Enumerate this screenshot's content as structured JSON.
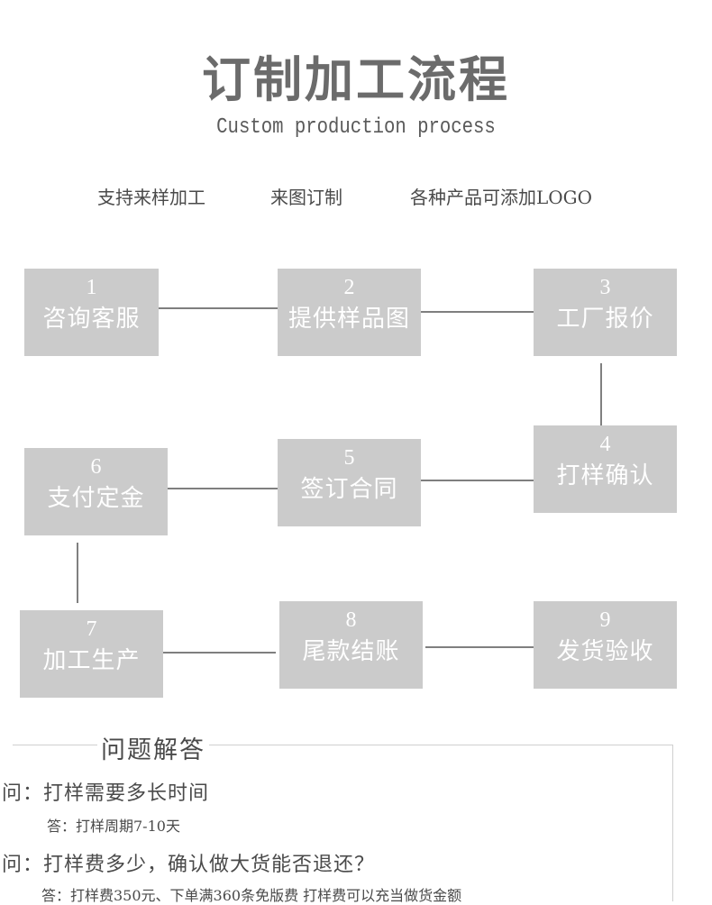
{
  "header": {
    "title": "订制加工流程",
    "subtitle": "Custom production process"
  },
  "features": [
    "支持来样加工",
    "来图订制",
    "各种产品可添加LOGO"
  ],
  "steps": [
    {
      "num": "1",
      "label": "咨询客服"
    },
    {
      "num": "2",
      "label": "提供样品图"
    },
    {
      "num": "3",
      "label": "工厂报价"
    },
    {
      "num": "4",
      "label": "打样确认"
    },
    {
      "num": "5",
      "label": "签订合同"
    },
    {
      "num": "6",
      "label": "支付定金"
    },
    {
      "num": "7",
      "label": "加工生产"
    },
    {
      "num": "8",
      "label": "尾款结账"
    },
    {
      "num": "9",
      "label": "发货验收"
    }
  ],
  "colors": {
    "box_fill": "#cbcbcb",
    "box_text": "#ffffff",
    "connector": "#555555",
    "title_text": "#6b6b6b"
  },
  "faq": {
    "title": "问题解答",
    "items": [
      {
        "question": "问：打样需要多长时间",
        "answer": "答：打样周期7-10天"
      },
      {
        "question": "问：打样费多少，确认做大货能否退还？",
        "answer": "答：打样费350元、下单满360条免版费 打样费可以充当做货金额"
      }
    ]
  }
}
